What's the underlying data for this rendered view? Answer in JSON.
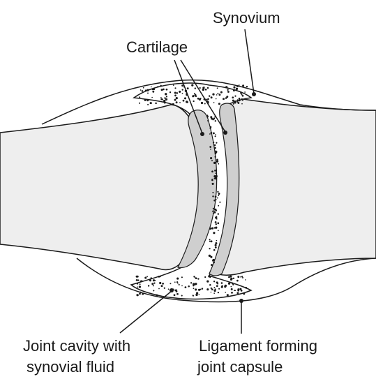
{
  "labels": {
    "synovium": "Synovium",
    "cartilage": "Cartilage",
    "joint_cavity_line1": "Joint cavity with",
    "joint_cavity_line2": "synovial fluid",
    "ligament_line1": "Ligament forming",
    "ligament_line2": "joint capsule"
  },
  "colors": {
    "bone": "#eeeeee",
    "cartilage": "#cfcfcf",
    "fluid": "#ffffff",
    "outline": "#1a1a1a"
  }
}
